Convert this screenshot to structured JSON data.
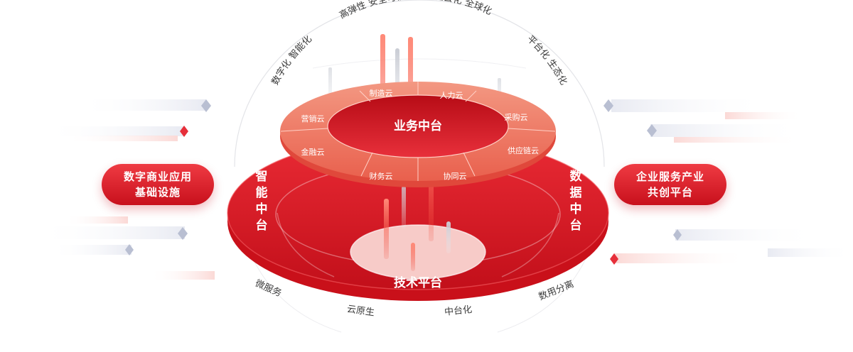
{
  "arc_top": {
    "items": [
      "数字化 智能化",
      "高弹性 安全可信",
      "社会化 全球化",
      "平台化 生态化"
    ]
  },
  "arc_bottom": {
    "items": [
      "微服务",
      "云原生",
      "中台化",
      "数用分离"
    ]
  },
  "business_ring": {
    "title": "业务中台",
    "segments": [
      "制造云",
      "人力云",
      "采购云",
      "供应链云",
      "协同云",
      "财务云",
      "金融云",
      "营销云"
    ]
  },
  "left_vertical": "智能中台",
  "right_vertical": "数据中台",
  "tech_platform": "技术平台",
  "left_pill": {
    "line1": "数字商业应用",
    "line2": "基础设施"
  },
  "right_pill": {
    "line1": "企业服务产业",
    "line2": "共创平台"
  },
  "colors": {
    "primary_red": "#d9141f",
    "dark_red": "#c00f19",
    "light_red": "#f07a66",
    "text_gray": "#3a3a3a",
    "diamond_gray": "#b9bfd2"
  }
}
